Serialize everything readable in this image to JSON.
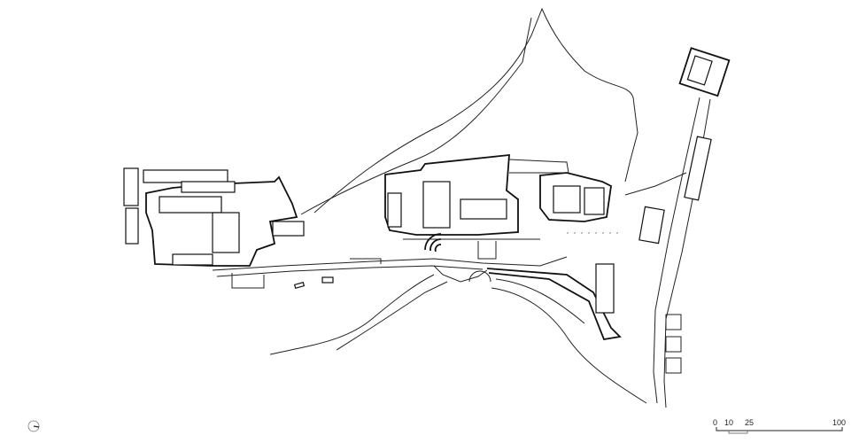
{
  "scale_bar": {
    "labels": [
      "0",
      "10",
      "25",
      "100"
    ],
    "unit_values": [
      0,
      10,
      25,
      100
    ]
  },
  "north_arrow": {
    "icon": "north-arrow-icon"
  },
  "colors": {
    "line": "#222222",
    "background": "#ffffff"
  }
}
